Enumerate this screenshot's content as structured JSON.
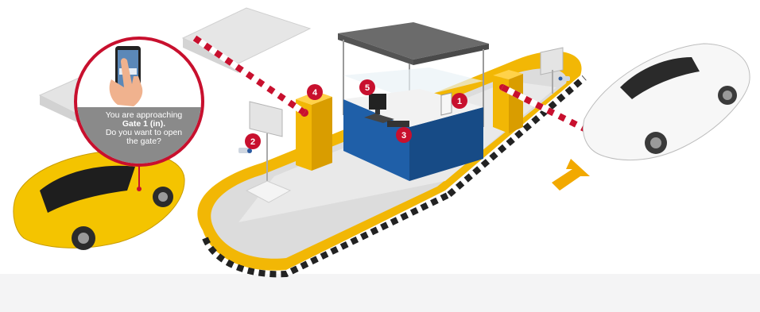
{
  "bubble": {
    "line1": "You are approaching",
    "line2": "Gate 1 (in).",
    "line3": "Do you want to open",
    "line4": "the gate?"
  },
  "markers": [
    {
      "label": "1",
      "component": "card-reader"
    },
    {
      "label": "2",
      "component": "camera"
    },
    {
      "label": "3",
      "component": "control-unit"
    },
    {
      "label": "4",
      "component": "barrier-entry"
    },
    {
      "label": "5",
      "component": "monitor"
    }
  ],
  "colors": {
    "accent_red": "#c8102e",
    "ramp_yellow": "#f2b705",
    "booth_blue": "#1f5fa8",
    "car_yellow": "#f4c400",
    "arrow_orange": "#f2a900"
  },
  "icons": [
    "phone-icon",
    "hand-icon",
    "camera-icon",
    "arrow-icon"
  ]
}
